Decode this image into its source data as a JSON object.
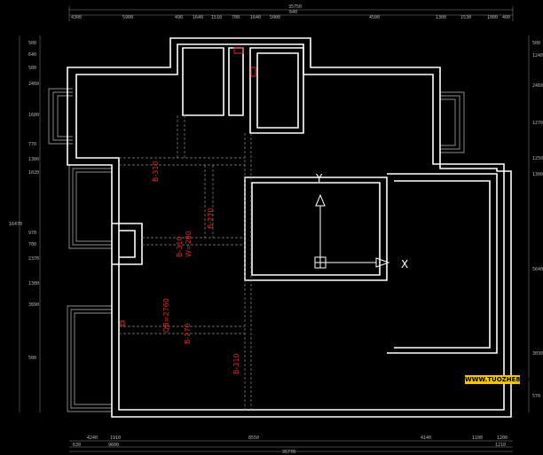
{
  "dimensions": {
    "top_total": "35750",
    "top_secondary": "640",
    "top_row": [
      "4300",
      "5900",
      "490",
      "1640",
      "1510",
      "700",
      "1640",
      "5000",
      "4500",
      "1300",
      "1530",
      "1000",
      "400"
    ],
    "bottom_row": [
      "4240",
      "1910",
      "8550",
      "4140",
      "1100",
      "1200"
    ],
    "bottom_row2": [
      "630",
      "9600",
      "1210"
    ],
    "bottom_total": "35770",
    "left_col": [
      "500",
      "640",
      "500",
      "2460",
      "1600",
      "770",
      "1300",
      "1020",
      "16470",
      "970",
      "700",
      "2370",
      "1380",
      "3890",
      "500"
    ],
    "right_col": [
      "500",
      "1240",
      "2460",
      "1270",
      "1250",
      "1300",
      "5640",
      "3030",
      "570"
    ]
  },
  "beams": [
    {
      "label": "B-310"
    },
    {
      "label": "B-270"
    },
    {
      "label": "B-310"
    },
    {
      "label": "W=280"
    },
    {
      "label": "QB=2760"
    },
    {
      "label": "B-270"
    },
    {
      "label": "B-310"
    }
  ],
  "axes": {
    "x": "X",
    "y": "Y"
  },
  "watermark": "WWW.TUOZHE8.com",
  "colors": {
    "background": "#000000",
    "wall": "#ffffff",
    "beam_label": "#e02a2a",
    "watermark_bg": "#f4c400"
  }
}
